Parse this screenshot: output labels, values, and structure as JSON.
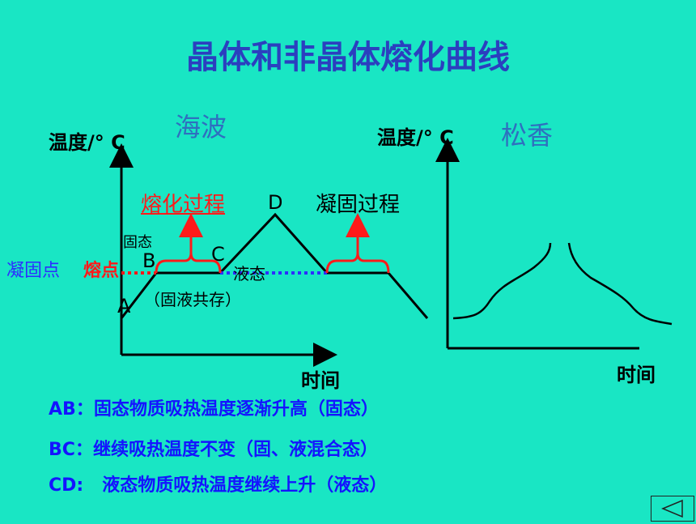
{
  "title": "晶体和非晶体熔化曲线",
  "crystal": {
    "name": "海波",
    "y_axis_label": "温度/°  C",
    "x_axis_label": "时间",
    "points": {
      "A": "A",
      "B": "B",
      "C": "C",
      "D": "D"
    },
    "melting_process": "熔化过程",
    "solidifying_process": "凝固过程",
    "solid_label": "固态",
    "liquid_label": "液态",
    "coexist_label": "（固液共存）",
    "freezing_point": "凝固点",
    "melting_point": "熔点"
  },
  "amorphous": {
    "name": "松香",
    "y_axis_label": "温度/°  C",
    "x_axis_label": "时间"
  },
  "descriptions": [
    {
      "label": "AB",
      "sep": "：",
      "text": "固态物质吸热温度逐渐升高（固态）"
    },
    {
      "label": "BC",
      "sep": "：",
      "text": "继续吸热温度不变（固、液混合态）"
    },
    {
      "label": "CD",
      "sep": ":   ",
      "text": "液态物质吸热温度继续上升（液态）"
    }
  ],
  "nav": {
    "icon": "back-arrow-icon"
  },
  "colors": {
    "background": "#19e6c4",
    "title": "#2b3fbf",
    "description": "#1414ff",
    "highlight": "#ff1a1a",
    "dotted": "#2d2dff"
  }
}
